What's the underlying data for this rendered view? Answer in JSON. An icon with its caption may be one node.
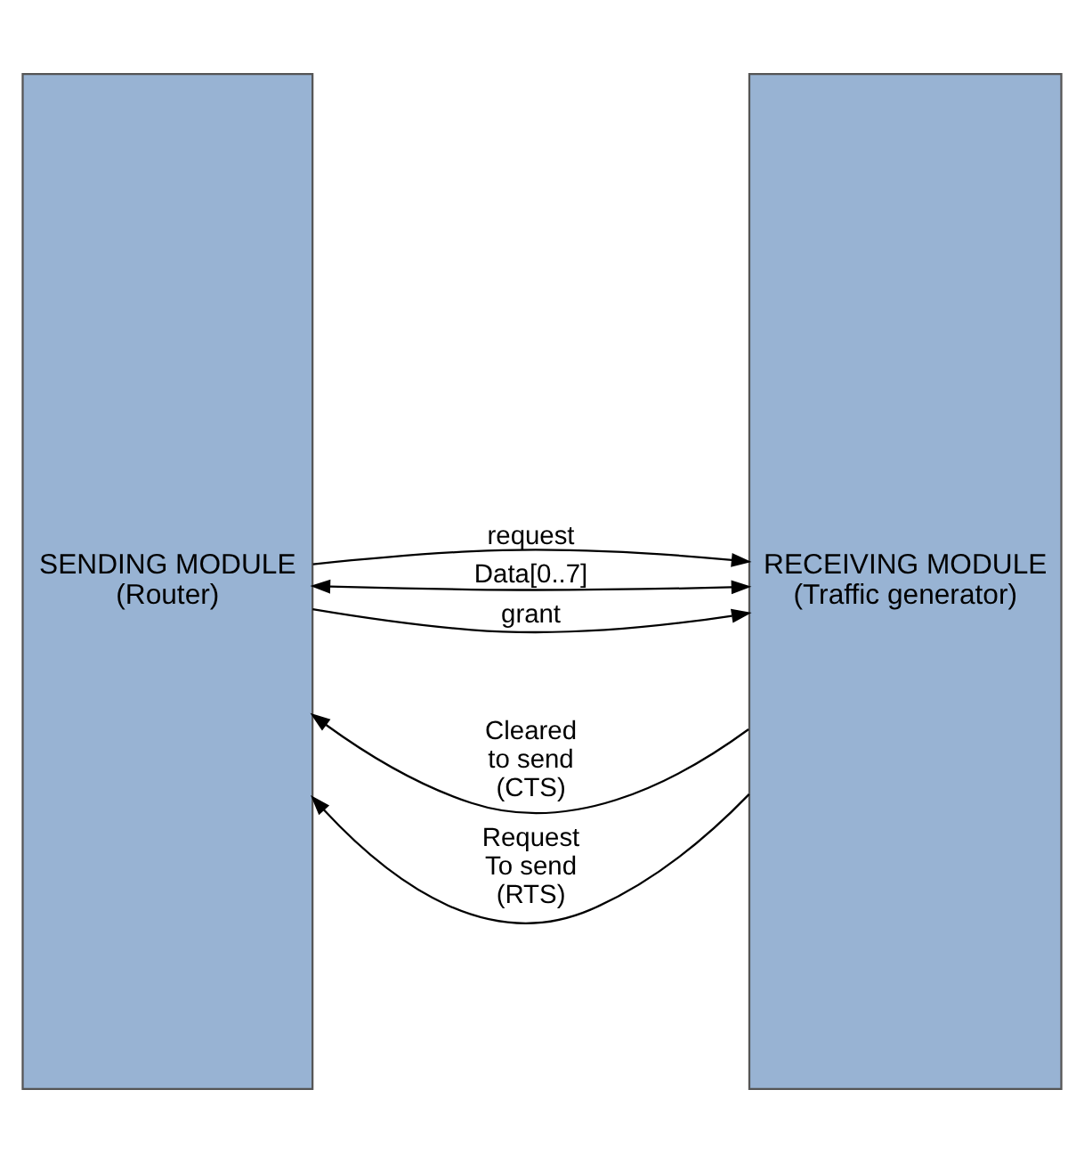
{
  "diagram": {
    "nodes": [
      {
        "text": [
          "SENDING MODULE",
          "(Router)"
        ]
      },
      {
        "text": [
          "RECEIVING MODULE",
          "(Traffic generator)"
        ]
      }
    ],
    "edges": [
      {
        "from": 0,
        "to": 1,
        "arrow": "to",
        "label": "request"
      },
      {
        "from": 1,
        "to": 0,
        "arrow": "to",
        "label": "Cleared to send (CTS)"
      },
      {
        "from": 0,
        "to": 1,
        "arrow": "both",
        "label": "Data[0..7]"
      },
      {
        "from": 0,
        "to": 1,
        "arrow": "to",
        "label": "grant"
      },
      {
        "from": 1,
        "to": 0,
        "arrow": "to",
        "label": "Request To send (RTS)"
      }
    ]
  }
}
